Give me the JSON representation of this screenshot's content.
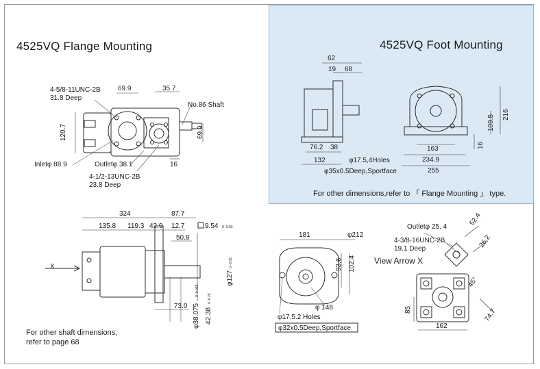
{
  "flange": {
    "title": "4525VQ  Flange Mounting",
    "labels": {
      "inlet_thread": "4-5/8-11UNC-2B",
      "inlet_depth": "31.8 Deep",
      "d699": "69.9",
      "d357": "35.7",
      "shaft": "No.86 Shaft",
      "d1207": "120.7",
      "d699v": "69.9",
      "inlet": "Inletφ 88.9",
      "outlet": "Outletφ 38.1",
      "outlet_thread": "4-1/2-13UNC-2B",
      "outlet_depth": "23.8 Deep",
      "d16": "16"
    }
  },
  "foot": {
    "title": "4525VQ Foot Mounting",
    "labels": {
      "d62": "62",
      "d19": "19",
      "d68": "68",
      "d762": "76.2",
      "d38": "38",
      "holes": "φ17.5,4Holes",
      "d132": "132",
      "spotface": "φ35x0.5Deep,Sportface",
      "d216": "216",
      "d1095": "109.5",
      "d163": "163",
      "d16": "16",
      "d2349": "234.9",
      "d255": "255"
    },
    "note": "For other dimensions,refer to 「 Flange Mounting 」 type."
  },
  "side": {
    "labels": {
      "d324": "324",
      "d877": "87.7",
      "d1358": "135.8",
      "d1193": "119.3",
      "d429": "42.9",
      "d127": "12.7",
      "key": "9.54",
      "key_tol": "0 -0.03",
      "d508": "50.8",
      "x": "X",
      "d127dia": "φ127",
      "d127dia_tol": "0 -0.05",
      "d730": "73.0",
      "d38075": "φ38.075",
      "d38075_tol": "0 -0.025",
      "d4238": "42.38",
      "d4238_tol": "0 -0.25"
    },
    "note_line1": "For other shaft dimensions,",
    "note_line2": "refer to page 68"
  },
  "front": {
    "labels": {
      "d181": "181",
      "d212": "φ212",
      "d936": "93.6",
      "d1024": "102.4",
      "d148": "φ 148",
      "holes": "φ17.5.2 Holes",
      "spotface": "φ32x0.5Deep,Sportface"
    }
  },
  "arrow_view": {
    "labels": {
      "outlet": "Outletφ 25. 4",
      "thread": "4-3/8-16UNC-2B",
      "depth": "19.1 Deep",
      "view": "View Arrow X",
      "d524": "52.4",
      "d262": "26.2",
      "d45": "45°",
      "d85": "85",
      "d747": "74.7",
      "d162": "162"
    }
  }
}
